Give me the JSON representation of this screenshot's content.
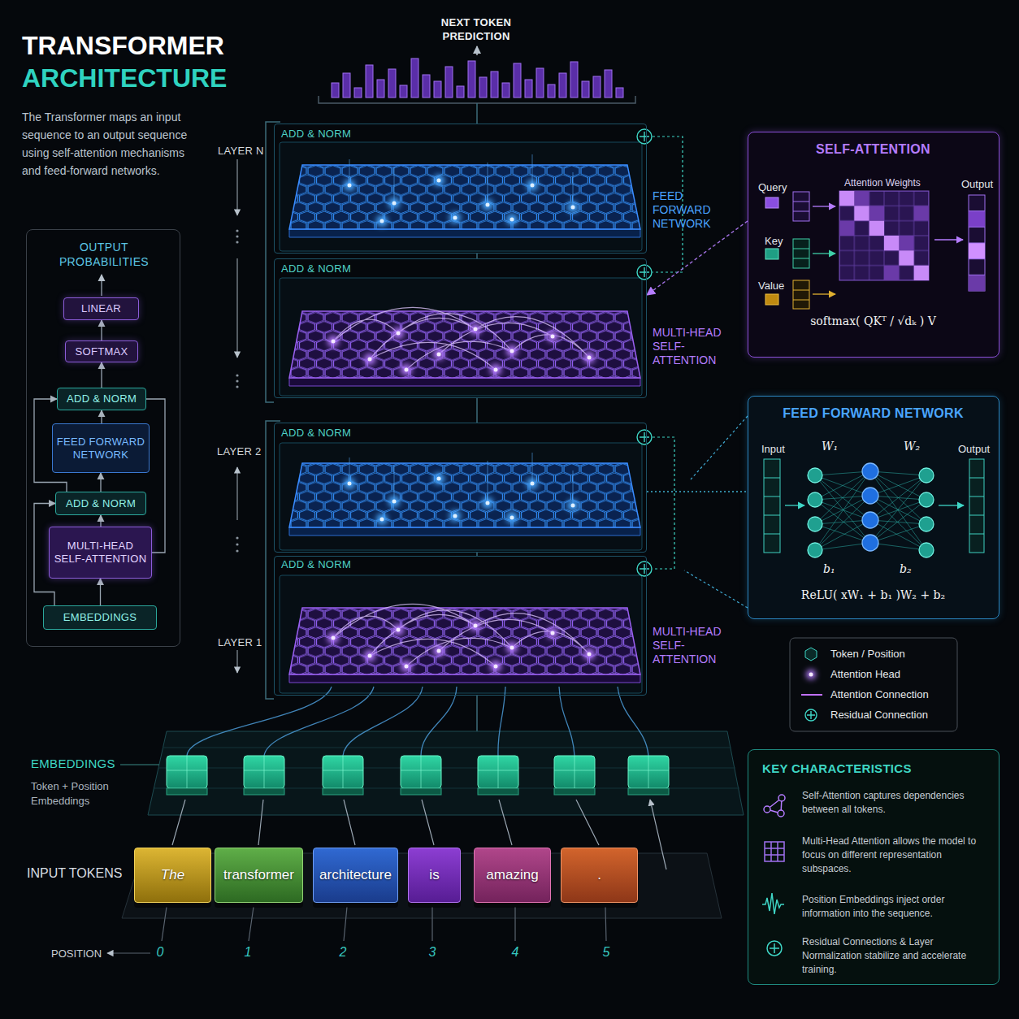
{
  "diagram": {
    "title": "TRANSFORMER ARCHITECTURE",
    "caption": "The Transformer maps an input sequence to an output sequence using self-attention mechanisms and feed-forward networks.",
    "nodes": [
      {
        "text": [
          "OUTPUT PROBABILITIES"
        ]
      },
      {
        "text": [
          "LINEAR"
        ],
        "in": 0
      },
      {
        "text": [
          "SOFTMAX"
        ],
        "in": 0
      },
      {
        "text": [
          "ADD & NORM"
        ],
        "in": 0
      },
      {
        "text": [
          "FEED FORWARD NETWORK"
        ],
        "in": 0
      },
      {
        "text": [
          "ADD & NORM"
        ],
        "in": 0
      },
      {
        "text": [
          "MULTI-HEAD SELF-ATTENTION"
        ],
        "in": 0
      },
      {
        "text": [
          "EMBEDDINGS"
        ],
        "in": 0
      },
      {
        "text": [
          "ADD & NORM",
          "FEED FORWARD NETWORK"
        ]
      },
      {
        "text": [
          "ADD & NORM",
          "MULTI-HEAD SELF-ATTENTION"
        ]
      },
      {
        "text": [
          "ADD & NORM"
        ]
      },
      {
        "text": [
          "ADD & NORM",
          "MULTI-HEAD SELF-ATTENTION"
        ]
      },
      {
        "text": [
          "SELF-ATTENTION",
          "Query",
          "Key",
          "Value",
          "Attention Weights",
          "Output",
          "softmax( QKᵀ / √dₖ ) V"
        ]
      },
      {
        "text": [
          "FEED FORWARD NETWORK",
          "Input",
          "W₁",
          "W₂",
          "Output",
          "b₁",
          "b₂",
          "ReLU( xW₁ + b₁ )W₂ + b₂"
        ]
      },
      {
        "text": [
          "KEY CHARACTERISTICS",
          "Self-Attention captures dependencies between all tokens.",
          "Multi-Head Attention allows the model to focus on different representation subspaces.",
          "Position Embeddings inject order information into the sequence.",
          "Residual Connections & Layer Normalization stabilize and accelerate training."
        ]
      },
      {
        "text": [
          "The"
        ]
      },
      {
        "text": [
          "transformer"
        ]
      },
      {
        "text": [
          "architecture"
        ]
      },
      {
        "text": [
          "is"
        ]
      },
      {
        "text": [
          "amazing"
        ]
      },
      {
        "text": [
          "."
        ]
      }
    ],
    "edges": [
      {
        "from": 7,
        "to": 6,
        "arrow": "to"
      },
      {
        "from": 6,
        "to": 5,
        "arrow": "to"
      },
      {
        "from": 5,
        "to": 4,
        "arrow": "to"
      },
      {
        "from": 4,
        "to": 3,
        "arrow": "to"
      },
      {
        "from": 3,
        "to": 2,
        "arrow": "to"
      },
      {
        "from": 2,
        "to": 1,
        "arrow": "to"
      },
      {
        "from": 7,
        "to": 5,
        "arrow": "to"
      },
      {
        "from": 5,
        "to": 3,
        "arrow": "to"
      },
      {
        "from": 6,
        "to": 3,
        "arrow": "none"
      },
      {
        "from": 12,
        "to": 9,
        "arrow": "to"
      },
      {
        "from": 10,
        "to": 13,
        "arrow": "none"
      }
    ],
    "labels": [
      "NEXT TOKEN PREDICTION",
      "LAYER N",
      "LAYER 2",
      "LAYER 1",
      "EMBEDDINGS",
      "Token + Position Embeddings",
      "INPUT TOKENS",
      "POSITION",
      "0",
      "1",
      "2",
      "3",
      "4",
      "5"
    ],
    "legend": [
      {
        "text": "Token / Position"
      },
      {
        "text": "Attention Head"
      },
      {
        "text": "Attention Connection"
      },
      {
        "text": "Residual Connection"
      }
    ]
  }
}
